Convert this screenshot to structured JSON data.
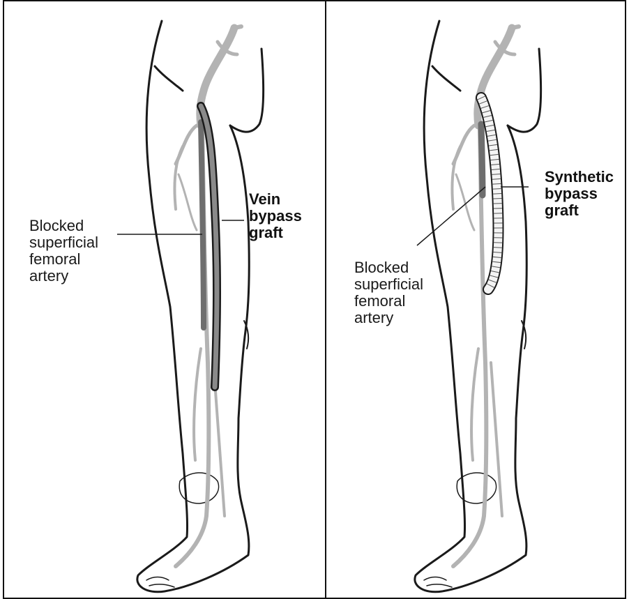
{
  "panels": [
    {
      "labels": {
        "graft": "Vein\nbypass\ngraft",
        "blocked": "Blocked\nsuperficial\nfemoral\nartery"
      }
    },
    {
      "labels": {
        "graft": "Synthetic\nbypass\ngraft",
        "blocked": "Blocked\nsuperficial\nfemoral\nartery"
      }
    }
  ],
  "colors": {
    "outline": "#1a1a1a",
    "artery": "#b3b3b3",
    "blocked_segment": "#6e6e6e",
    "vein_graft": "#8a8a8a",
    "synthetic_graft": "#f4f4f4"
  }
}
